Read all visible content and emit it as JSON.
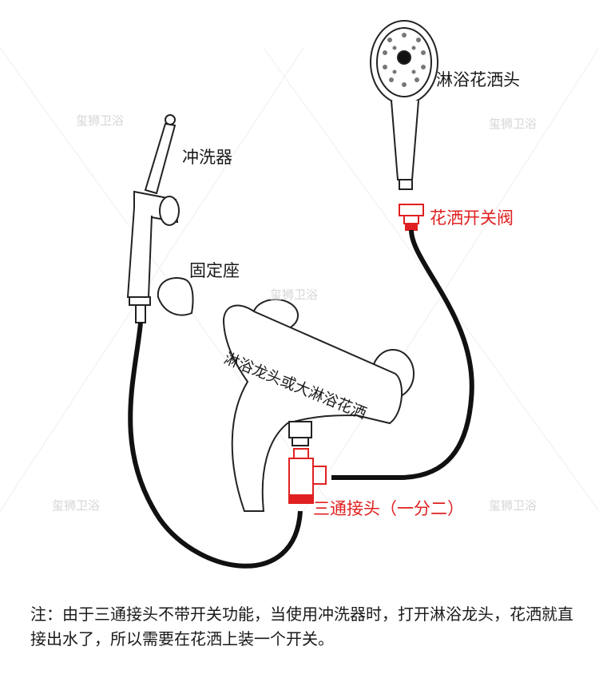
{
  "labels": {
    "shower_head": "淋浴花洒头",
    "bidet_sprayer": "冲洗器",
    "fixed_holder": "固定座",
    "shower_valve": "花洒开关阀",
    "faucet": "淋浴龙头或大淋浴花洒",
    "tee_connector": "三通接头（一分二）"
  },
  "watermark": "玺狮卫浴",
  "note": "注：由于三通接头不带开关功能，当使用冲洗器时，打开淋浴龙头，花洒就直接出水了，所以需要在花洒上装一个开关。",
  "colors": {
    "line": "#222222",
    "highlight": "#e02020",
    "hose": "#111111",
    "watermark": "#d6d6d6"
  }
}
